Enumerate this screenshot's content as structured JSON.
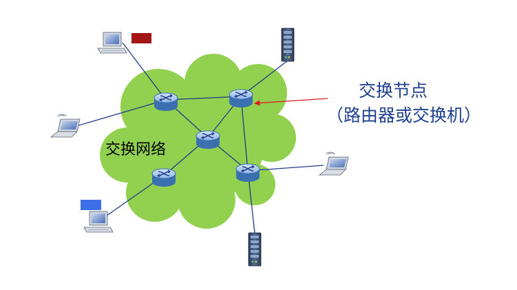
{
  "labels": {
    "network": "交换网络",
    "node_line1": "交换节点",
    "node_line2": "（路由器或交换机）"
  },
  "colors": {
    "cloud": "#92d050",
    "link": "#1f3a8a",
    "arrow": "#e0171d",
    "router": "#8db3e2",
    "router_dark": "#3a6fb0",
    "server": "#3a4f6e",
    "host_tag_red": "#a31515",
    "host_tag_blue": "#3c6ee8",
    "node_text": "#1f3f8f"
  },
  "icons": {
    "router": "router-icon",
    "server": "server-icon",
    "desktop": "desktop-computer-icon",
    "laptop": "wireless-laptop-icon"
  }
}
